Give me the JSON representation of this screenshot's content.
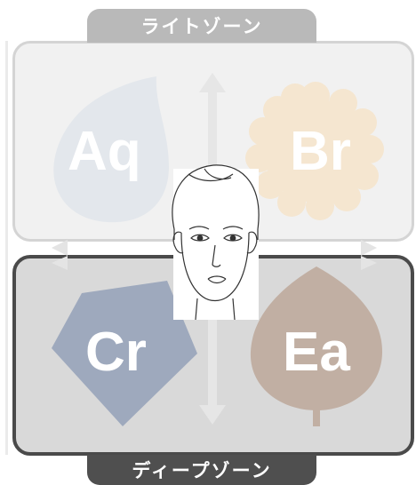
{
  "zones": {
    "light": {
      "label": "ライトゾーン"
    },
    "deep": {
      "label": "ディープゾーン"
    }
  },
  "types": [
    {
      "code": "Aq",
      "shape": "drop-icon",
      "color": "#e3e7ec"
    },
    {
      "code": "Br",
      "shape": "flower-icon",
      "color": "#f5e6d0"
    },
    {
      "code": "Cr",
      "shape": "crystal-icon",
      "color": "#9ea9bd"
    },
    {
      "code": "Ea",
      "shape": "leaf-icon",
      "color": "#c1afa3"
    }
  ],
  "colors": {
    "light_tab": "#b9b9b9",
    "deep_tab": "#4f4f4f",
    "light_panel": "#f1f1f1",
    "deep_panel": "#d9d9d9",
    "arrow": "#e6e6e6"
  }
}
